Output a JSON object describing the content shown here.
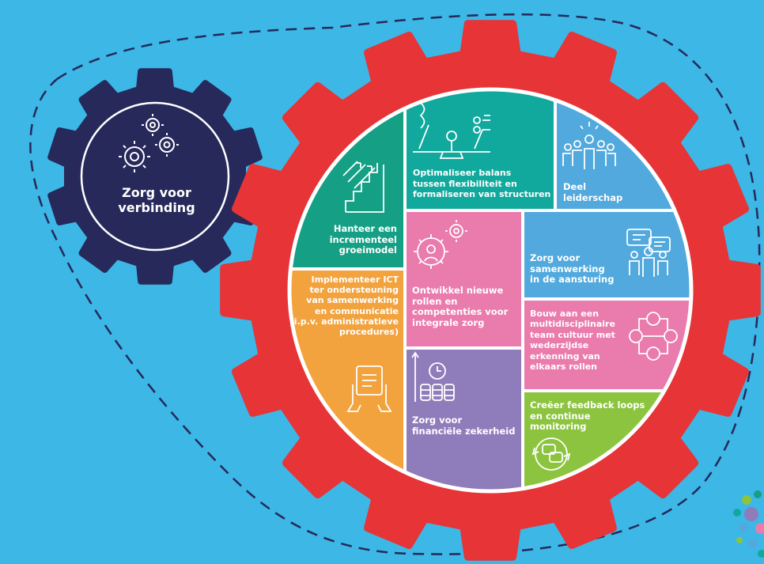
{
  "colors": {
    "background": "#3cb7e6",
    "red_gear": "#e63437",
    "navy_gear": "#26295a",
    "green": "#15a085",
    "teal": "#11a99d",
    "light_blue": "#51a9dd",
    "orange": "#f2a33e",
    "pink": "#ea7bad",
    "purple": "#8f7cba",
    "lime": "#8cc43f"
  },
  "small_gear": {
    "label": "Zorg voor\nverbinding",
    "icon": "gears-icon"
  },
  "sections": {
    "groeimodel": {
      "label": "Hanteer een\nincrementeel\ngroeimodel",
      "icon": "stairs-arrows-icon"
    },
    "balans": {
      "label": "Optimaliseer balans\ntussen flexibiliteit en\nformaliseren van structuren",
      "icon": "balance-scale-icon"
    },
    "leiderschap": {
      "label": "Deel\nleiderschap",
      "icon": "team-leader-icon"
    },
    "ict": {
      "label": "Implementeer ICT\nter ondersteuning\nvan samenwerking\nen communicatie\n(i.p.v. administratieve\nprocedures)",
      "icon": "device-hands-icon"
    },
    "rollen": {
      "label": "Ontwikkel nieuwe\nrollen en\ncompetenties voor\nintegrale zorg",
      "icon": "person-gear-icon"
    },
    "aansturing": {
      "label": "Zorg voor\nsamenwerking\nin de aansturing",
      "icon": "group-chat-icon"
    },
    "cultuur": {
      "label": "Bouw aan een\nmultidisciplinaire\nteam cultuur met\nwederzijdse\nerkenning van\nelkaars rollen",
      "icon": "network-people-icon"
    },
    "financieel": {
      "label": "Zorg voor\nfinanciële zekerheid",
      "icon": "coins-clock-icon"
    },
    "feedback": {
      "label": "Creëer feedback loops\nen continue\nmonitoring",
      "icon": "feedback-loop-icon"
    }
  }
}
